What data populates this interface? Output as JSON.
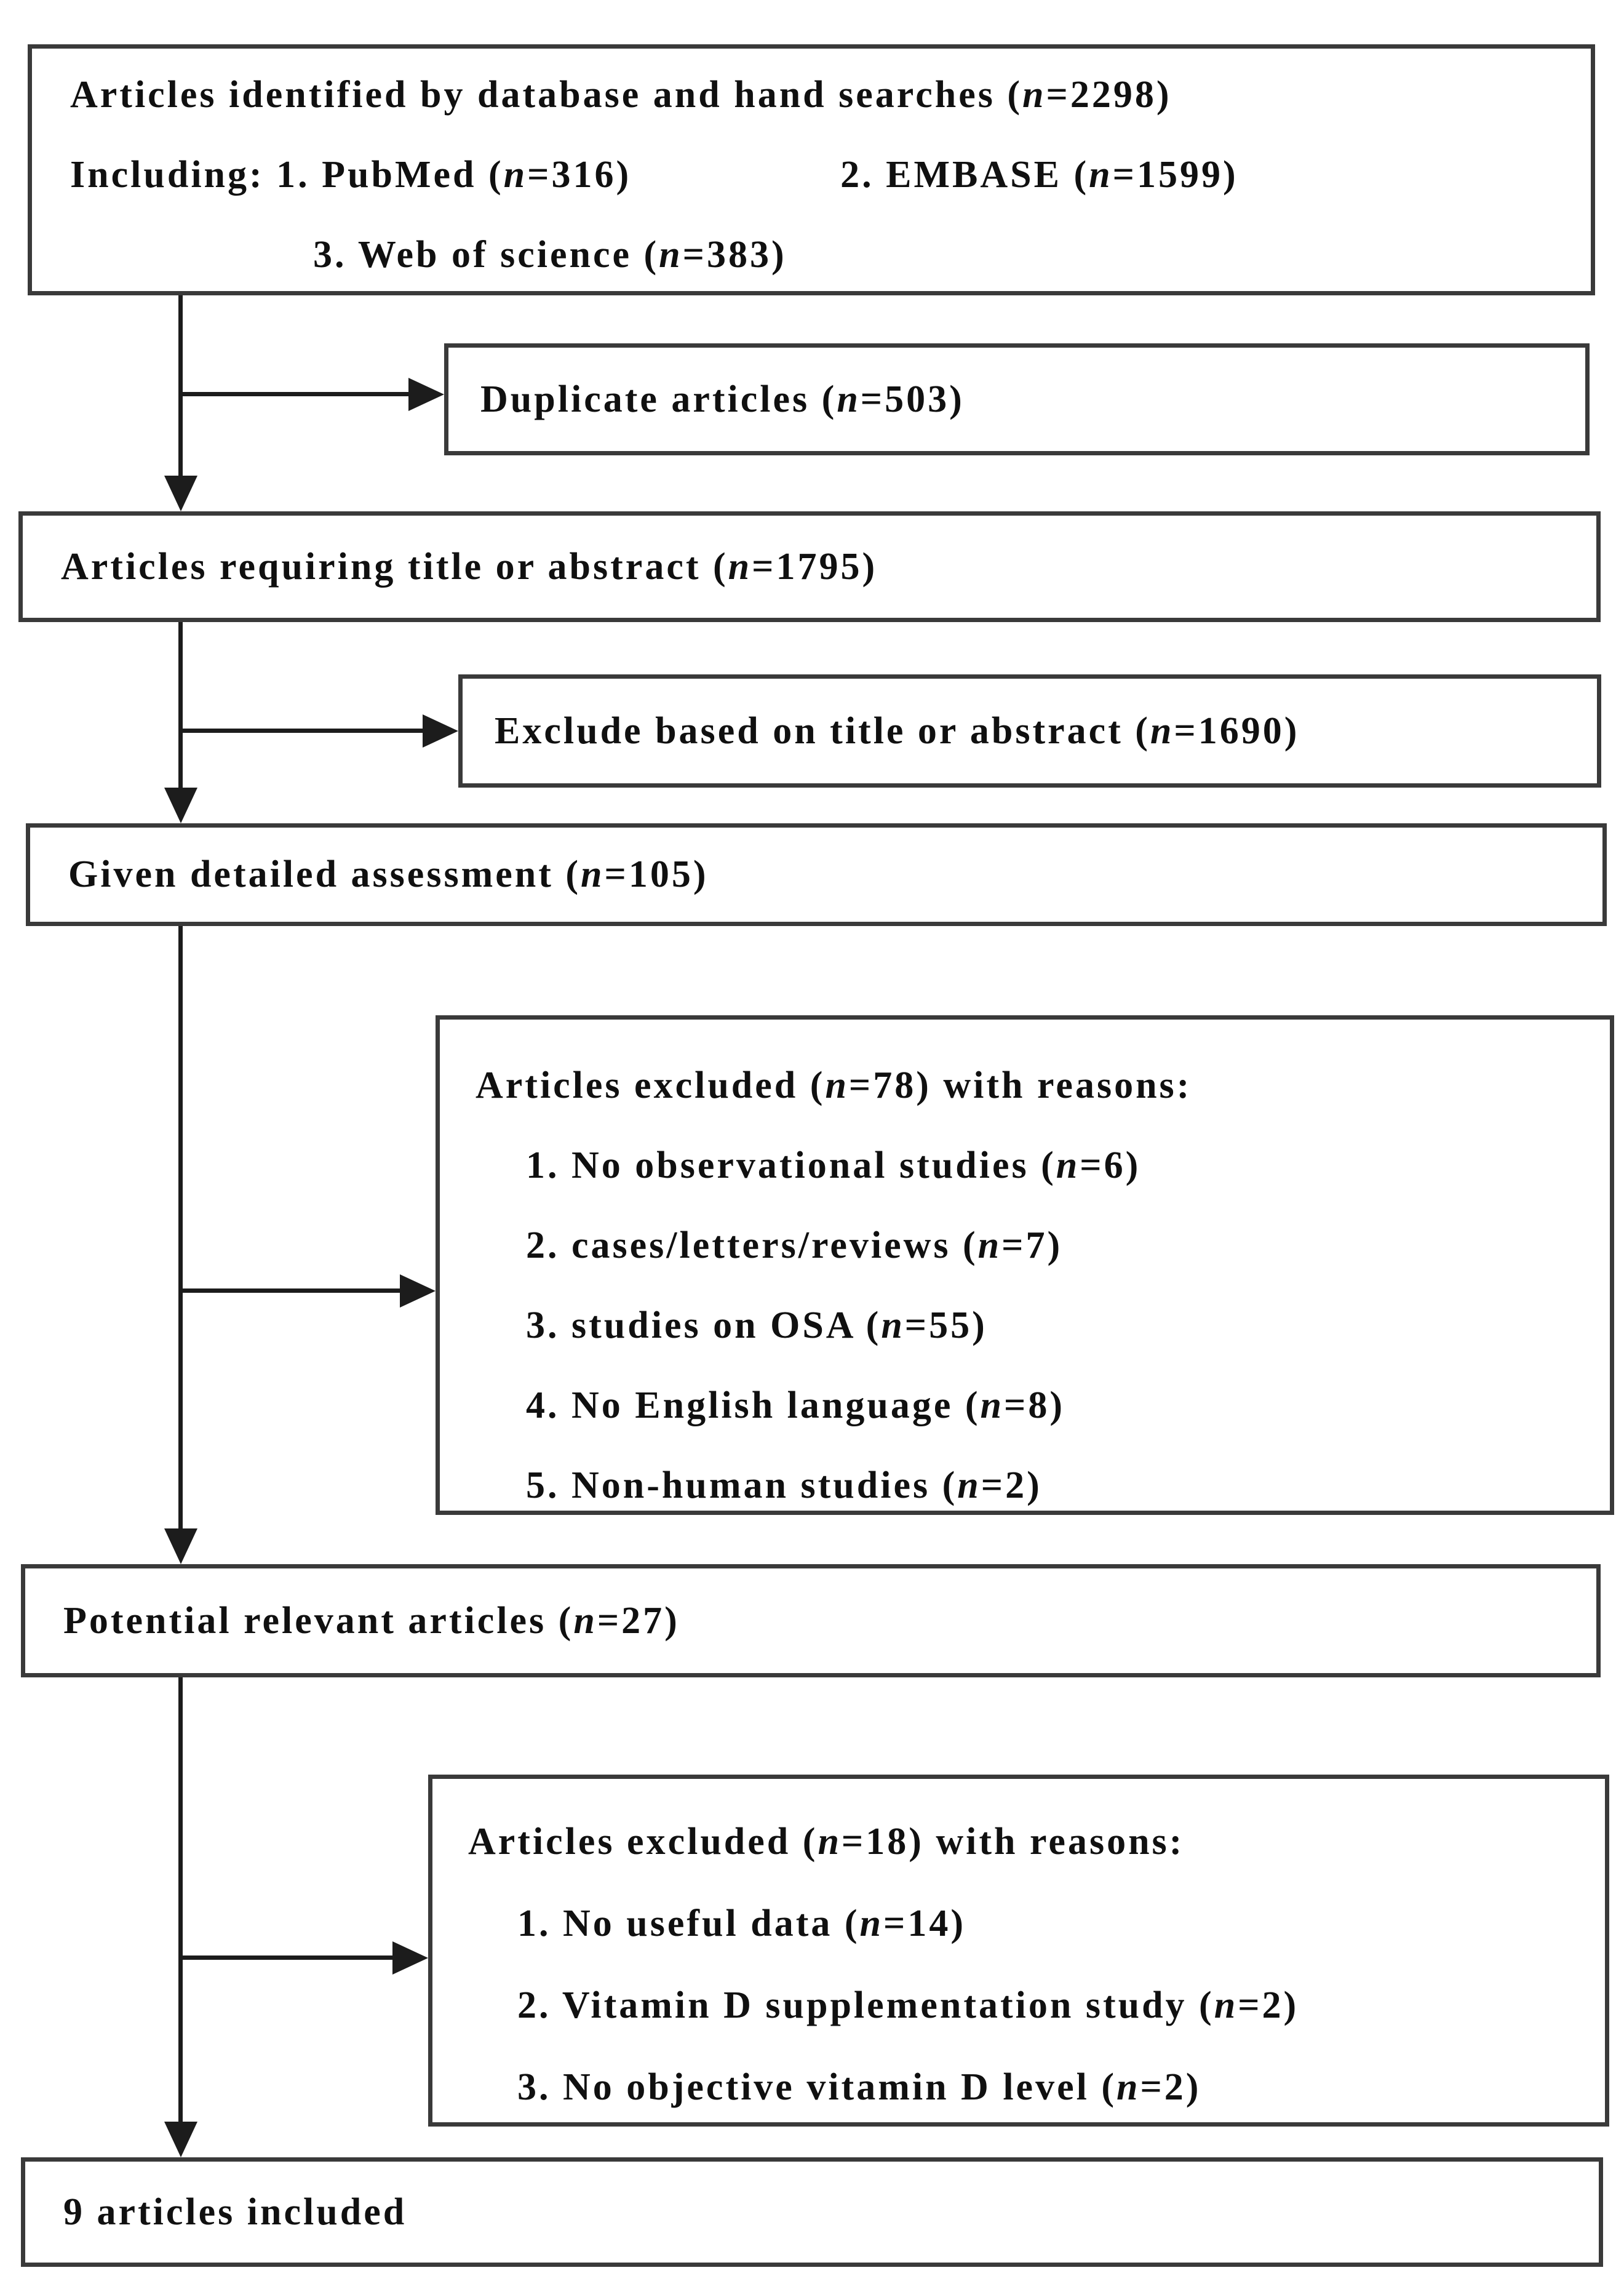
{
  "flowchart": {
    "box_identified": {
      "line1": "Articles identified by database and hand searches (n=2298)",
      "line2a": "Including: 1. PubMed (n=316)",
      "line2b": "2. EMBASE (n=1599)",
      "line3": "3. Web of science (n=383)"
    },
    "box_duplicates": {
      "text": "Duplicate articles (n=503)"
    },
    "box_title_abstract": {
      "text": "Articles requiring title or abstract (n=1795)"
    },
    "box_exclude_title": {
      "text": "Exclude based on title or abstract (n=1690)"
    },
    "box_detailed": {
      "text": "Given detailed assessment (n=105)"
    },
    "box_excluded_78": {
      "heading": "Articles excluded (n=78) with reasons:",
      "reasons": [
        "1. No observational studies (n=6)",
        "2. cases/letters/reviews (n=7)",
        "3. studies on OSA (n=55)",
        "4. No English language (n=8)",
        "5. Non-human studies (n=2)"
      ]
    },
    "box_potential": {
      "text": "Potential relevant articles (n=27)"
    },
    "box_excluded_18": {
      "heading": "Articles excluded (n=18) with reasons:",
      "reasons": [
        "1. No useful data (n=14)",
        "2. Vitamin D supplementation study (n=2)",
        "3. No objective vitamin D level (n=2)"
      ]
    },
    "box_included": {
      "text": "9 articles included"
    }
  }
}
